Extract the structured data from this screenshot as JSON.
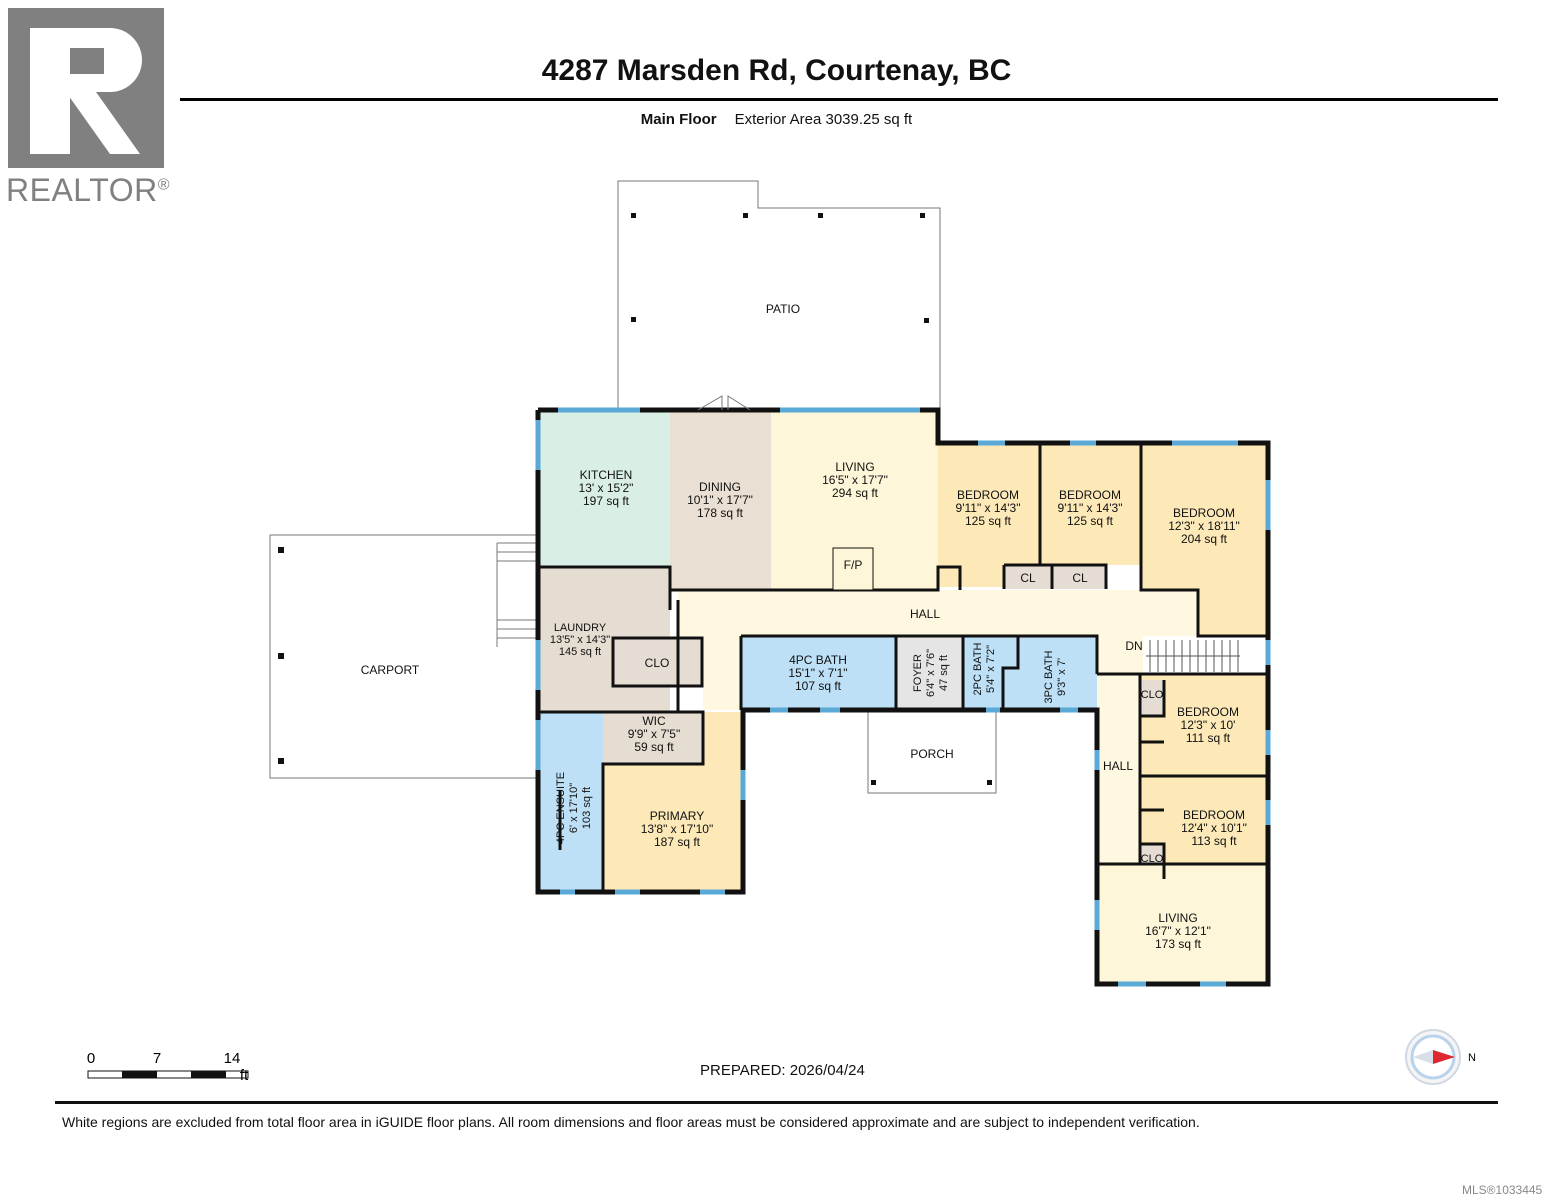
{
  "header": {
    "title": "4287 Marsden Rd, Courtenay, BC",
    "floor_label": "Main Floor",
    "area_label": "Exterior Area 3039.25 sq ft"
  },
  "brand": {
    "logo_text": "REALTOR",
    "logo_mark": "R",
    "logo_color": "#808080"
  },
  "rooms": {
    "patio": {
      "name": "PATIO"
    },
    "carport": {
      "name": "CARPORT"
    },
    "kitchen": {
      "name": "KITCHEN",
      "dims": "13' x 15'2\"",
      "area": "197 sq ft"
    },
    "dining": {
      "name": "DINING",
      "dims": "10'1\" x 17'7\"",
      "area": "178 sq ft"
    },
    "living_main": {
      "name": "LIVING",
      "dims": "16'5\" x 17'7\"",
      "area": "294 sq ft"
    },
    "fp": {
      "name": "F/P"
    },
    "bedroom1": {
      "name": "BEDROOM",
      "dims": "9'11\" x 14'3\"",
      "area": "125 sq ft"
    },
    "bedroom2": {
      "name": "BEDROOM",
      "dims": "9'11\" x 14'3\"",
      "area": "125 sq ft"
    },
    "bedroom3": {
      "name": "BEDROOM",
      "dims": "12'3\" x 18'11\"",
      "area": "204 sq ft"
    },
    "cl1": {
      "name": "CL"
    },
    "cl2": {
      "name": "CL"
    },
    "hall_main": {
      "name": "HALL"
    },
    "dn": {
      "name": "DN"
    },
    "laundry": {
      "name": "LAUNDRY",
      "dims": "13'5\" x 14'3\"",
      "area": "145 sq ft"
    },
    "clo_laundry": {
      "name": "CLO"
    },
    "bath4": {
      "name": "4PC BATH",
      "dims": "15'1\" x 7'1\"",
      "area": "107 sq ft"
    },
    "foyer": {
      "name": "FOYER",
      "dims": "6'4\" x 7'6\"",
      "area": "47 sq ft"
    },
    "bath2": {
      "name": "2PC BATH",
      "dims": "5'4\" x 7'2\""
    },
    "bath3": {
      "name": "3PC BATH",
      "dims": "9'3\" x 7'"
    },
    "wic": {
      "name": "WIC",
      "dims": "9'9\" x 7'5\"",
      "area": "59 sq ft"
    },
    "porch": {
      "name": "PORCH"
    },
    "ensuite": {
      "name": "4PC ENSUITE",
      "dims": "6' x 17'10\"",
      "area": "103 sq ft"
    },
    "primary": {
      "name": "PRIMARY",
      "dims": "13'8\" x 17'10\"",
      "area": "187 sq ft"
    },
    "hall_east": {
      "name": "HALL"
    },
    "bedroom4": {
      "name": "BEDROOM",
      "dims": "12'3\" x 10'",
      "area": "111 sq ft"
    },
    "bedroom5": {
      "name": "BEDROOM",
      "dims": "12'4\" x 10'1\"",
      "area": "113 sq ft"
    },
    "clo_a": {
      "name": "CLO"
    },
    "clo_b": {
      "name": "CLO"
    },
    "living_east": {
      "name": "LIVING",
      "dims": "16'7\" x 12'1\"",
      "area": "173 sq ft"
    }
  },
  "colors": {
    "kitchen": "#d9efe6",
    "dining": "#e9e0d3",
    "living": "#fdf6d8",
    "bedroom": "#fde9b8",
    "bath": "#bde0f7",
    "laundry": "#e6ddd2",
    "closet": "#e5ddd4",
    "hall": "#fef8e1",
    "foyer": "#e5e5e5",
    "wall": "#111111",
    "window": "#5aa9d6"
  },
  "scale": {
    "labels": [
      "0",
      "7",
      "14"
    ],
    "unit": "ft"
  },
  "footer": {
    "prepared": "PREPARED: 2026/04/24",
    "disclaimer": "White regions are excluded from total floor area in iGUIDE floor plans. All room dimensions and floor areas must be considered approximate and are subject to independent verification.",
    "mls": "MLS®1033445"
  },
  "compass": {
    "direction_label": "N"
  }
}
